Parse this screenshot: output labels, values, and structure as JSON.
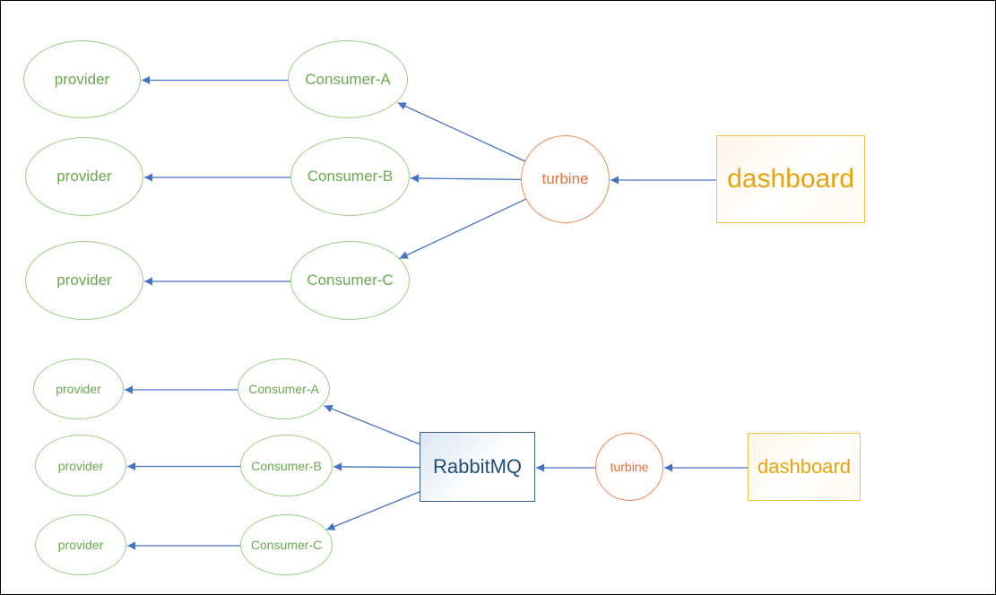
{
  "colors": {
    "node_green": "#6aa84f",
    "node_green_border": "#9ccf86",
    "turbine_orange": "#e0703c",
    "dashboard_gold": "#e8a30c",
    "rabbitmq_blue": "#1f4e79",
    "arrow_blue": "#4472c4"
  },
  "top_diagram": {
    "providers": [
      "provider",
      "provider",
      "provider"
    ],
    "consumers": [
      "Consumer-A",
      "Consumer-B",
      "Consumer-C"
    ],
    "turbine": "turbine",
    "dashboard": "dashboard"
  },
  "bottom_diagram": {
    "providers": [
      "provider",
      "provider",
      "provider"
    ],
    "consumers": [
      "Consumer-A",
      "Consumer-B",
      "Consumer-C"
    ],
    "broker": "RabbitMQ",
    "turbine": "turbine",
    "dashboard": "dashboard"
  },
  "edges": [
    {
      "from": "top-consumer-a",
      "to": "top-provider-1"
    },
    {
      "from": "top-consumer-b",
      "to": "top-provider-2"
    },
    {
      "from": "top-consumer-c",
      "to": "top-provider-3"
    },
    {
      "from": "top-turbine",
      "to": "top-consumer-a"
    },
    {
      "from": "top-turbine",
      "to": "top-consumer-b"
    },
    {
      "from": "top-turbine",
      "to": "top-consumer-c"
    },
    {
      "from": "top-dashboard",
      "to": "top-turbine"
    },
    {
      "from": "bottom-consumer-a",
      "to": "bottom-provider-1"
    },
    {
      "from": "bottom-consumer-b",
      "to": "bottom-provider-2"
    },
    {
      "from": "bottom-consumer-c",
      "to": "bottom-provider-3"
    },
    {
      "from": "bottom-rabbitmq",
      "to": "bottom-consumer-a"
    },
    {
      "from": "bottom-rabbitmq",
      "to": "bottom-consumer-b"
    },
    {
      "from": "bottom-rabbitmq",
      "to": "bottom-consumer-c"
    },
    {
      "from": "bottom-turbine",
      "to": "bottom-rabbitmq"
    },
    {
      "from": "bottom-dashboard",
      "to": "bottom-turbine"
    }
  ]
}
